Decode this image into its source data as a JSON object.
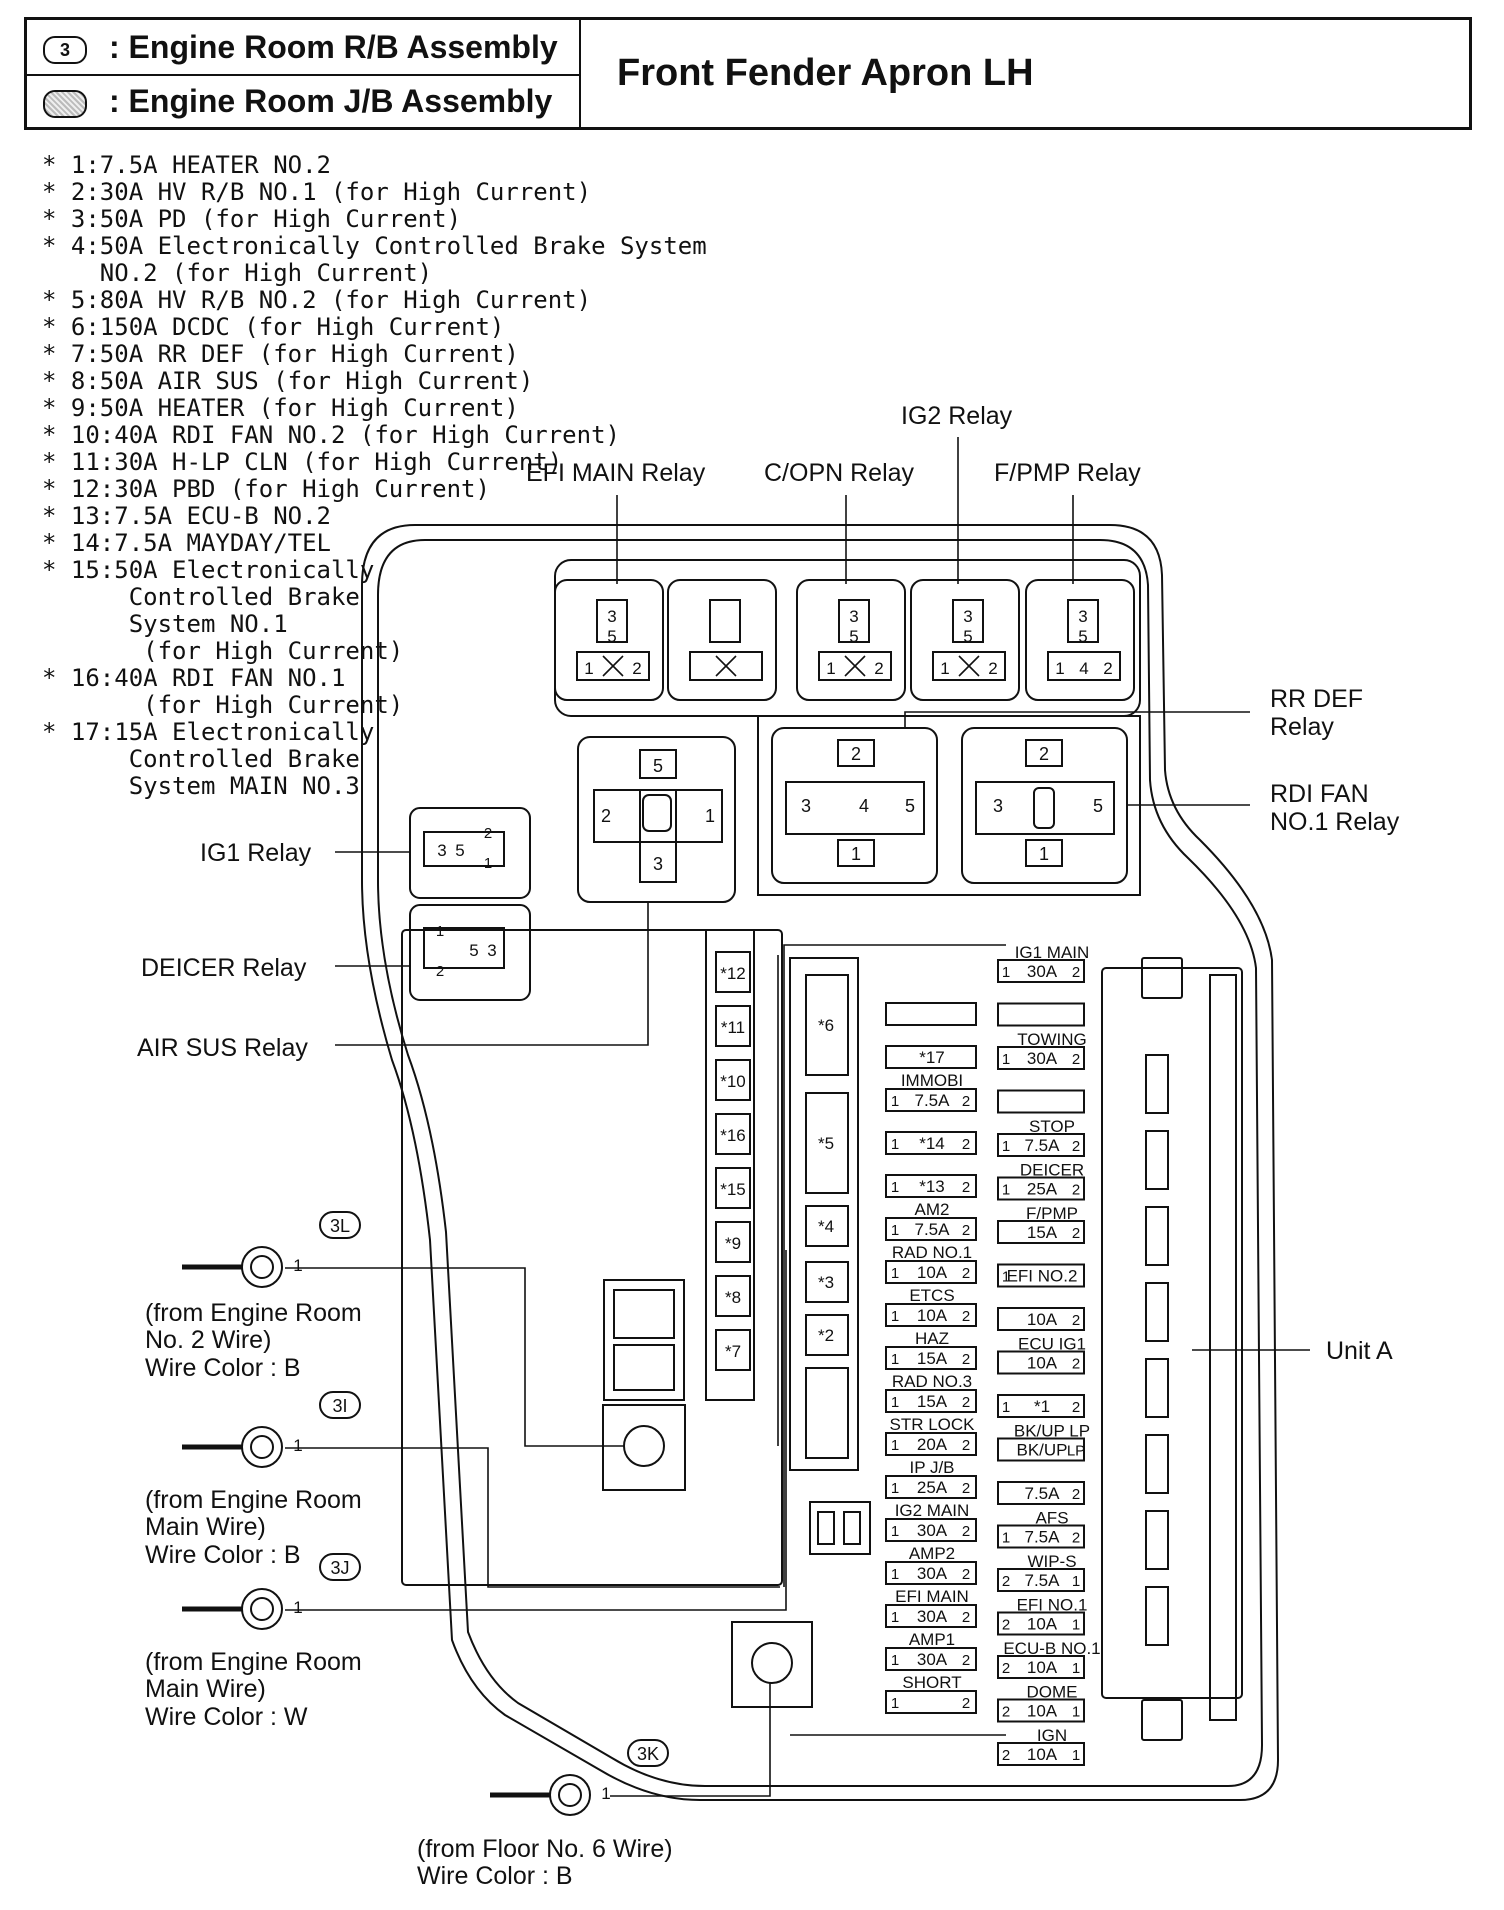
{
  "header": {
    "legend": [
      {
        "badge": "3",
        "text": ": Engine Room R/B Assembly"
      },
      {
        "badge": "",
        "text": ": Engine Room J/B Assembly"
      }
    ],
    "title": "Front Fender Apron LH"
  },
  "notes": [
    "* 1:7.5A HEATER NO.2",
    "* 2:30A HV R/B NO.1 (for High Current)",
    "* 3:50A PD (for High Current)",
    "* 4:50A Electronically Controlled Brake System",
    "    NO.2 (for High Current)",
    "* 5:80A HV R/B NO.2 (for High Current)",
    "* 6:150A DCDC (for High Current)",
    "* 7:50A RR DEF (for High Current)",
    "* 8:50A AIR SUS (for High Current)",
    "* 9:50A HEATER (for High Current)",
    "* 10:40A RDI FAN NO.2 (for High Current)",
    "* 11:30A H-LP CLN (for High Current)",
    "* 12:30A PBD (for High Current)",
    "* 13:7.5A ECU-B NO.2",
    "* 14:7.5A MAYDAY/TEL",
    "* 15:50A Electronically",
    "      Controlled Brake",
    "      System NO.1",
    "       (for High Current)",
    "* 16:40A RDI FAN NO.1",
    "       (for High Current)",
    "* 17:15A Electronically",
    "      Controlled Brake",
    "      System MAIN NO.3"
  ],
  "relays": {
    "ig2": "IG2 Relay",
    "efi_main": "EFI MAIN Relay",
    "c_opn": "C/OPN Relay",
    "f_pmp": "F/PMP Relay",
    "rr_def": "RR DEF\nRelay",
    "rdi_fan": "RDI FAN\nNO.1 Relay",
    "ig1": "IG1 Relay",
    "deicer": "DEICER Relay",
    "air_sus": "AIR SUS Relay",
    "unit_a": "Unit A"
  },
  "terminals": [
    {
      "code": "3L",
      "pin": "1",
      "source": "(from Engine Room\nNo. 2 Wire)",
      "color": "Wire Color : B"
    },
    {
      "code": "3I",
      "pin": "1",
      "source": "(from Engine Room\nMain Wire)",
      "color": "Wire Color : B"
    },
    {
      "code": "3J",
      "pin": "1",
      "source": "(from Engine Room\nMain Wire)",
      "color": "Wire Color : W"
    },
    {
      "code": "3K",
      "pin": "1",
      "source": "(from Floor No. 6 Wire)",
      "color": "Wire Color : B"
    }
  ],
  "relay_pins": {
    "small_top": "3",
    "small_mid": "5",
    "small_left": "1",
    "small_right": "2",
    "fpmp_mid": "4",
    "air_sus": [
      "5",
      "2",
      "1",
      "3"
    ],
    "rr_def": [
      "2",
      "3",
      "4",
      "5",
      "1"
    ],
    "rdi": [
      "2",
      "3",
      "5",
      "1"
    ],
    "ig1": [
      "3",
      "5",
      "2",
      "1"
    ],
    "deicer": [
      "1",
      "2",
      "5",
      "3"
    ]
  },
  "hc_fuses": [
    "*12",
    "*11",
    "*10",
    "*16",
    "*15",
    "*9",
    "*8",
    "*7",
    "*6",
    "*5",
    "*4",
    "*3",
    "*2"
  ],
  "mid_fuses": [
    {
      "name": "",
      "left": "",
      "amp": "",
      "right": ""
    },
    {
      "name": "",
      "left": "",
      "amp": "*17",
      "right": ""
    },
    {
      "name": "IMMOBI",
      "left": "1",
      "amp": "7.5A",
      "right": "2"
    },
    {
      "name": "",
      "left": "1",
      "amp": "*14",
      "right": "2"
    },
    {
      "name": "",
      "left": "1",
      "amp": "*13",
      "right": "2"
    },
    {
      "name": "AM2",
      "left": "1",
      "amp": "7.5A",
      "right": "2"
    },
    {
      "name": "RAD NO.1",
      "left": "1",
      "amp": "10A",
      "right": "2"
    },
    {
      "name": "ETCS",
      "left": "1",
      "amp": "10A",
      "right": "2"
    },
    {
      "name": "HAZ",
      "left": "1",
      "amp": "15A",
      "right": "2"
    },
    {
      "name": "RAD NO.3",
      "left": "1",
      "amp": "15A",
      "right": "2"
    },
    {
      "name": "STR LOCK",
      "left": "1",
      "amp": "20A",
      "right": "2"
    },
    {
      "name": "IP J/B",
      "left": "1",
      "amp": "25A",
      "right": "2"
    },
    {
      "name": "IG2 MAIN",
      "left": "1",
      "amp": "30A",
      "right": "2"
    },
    {
      "name": "AMP2",
      "left": "1",
      "amp": "30A",
      "right": "2"
    },
    {
      "name": "EFI MAIN",
      "left": "1",
      "amp": "30A",
      "right": "2"
    },
    {
      "name": "AMP1",
      "left": "1",
      "amp": "30A",
      "right": "2"
    },
    {
      "name": "SHORT",
      "left": "1",
      "amp": "",
      "right": "2"
    }
  ],
  "right_fuses": [
    {
      "name": "IG1 MAIN",
      "left": "1",
      "amp": "30A",
      "right": "2"
    },
    {
      "name": "",
      "left": "",
      "amp": "",
      "right": ""
    },
    {
      "name": "TOWING",
      "left": "1",
      "amp": "30A",
      "right": "2"
    },
    {
      "name": "",
      "left": "",
      "amp": "",
      "right": ""
    },
    {
      "name": "STOP",
      "left": "1",
      "amp": "7.5A",
      "right": "2"
    },
    {
      "name": "DEICER",
      "left": "1",
      "amp": "25A",
      "right": "2"
    },
    {
      "name": "F/PMP",
      "left": "",
      "amp": "15A",
      "right": "2"
    },
    {
      "name": "EFI NO.2",
      "left": "1",
      "amp": "EFI NO.2",
      "right": ""
    },
    {
      "name": "",
      "left": "",
      "amp": "10A",
      "right": "2"
    },
    {
      "name": "ECU IG1",
      "left": "",
      "amp": "10A",
      "right": "2"
    },
    {
      "name": "",
      "left": "1",
      "amp": "*1",
      "right": "2"
    },
    {
      "name": "BK/UP LP",
      "left": "",
      "amp": "BK/UP",
      "right": "LP"
    },
    {
      "name": "",
      "left": "",
      "amp": "7.5A",
      "right": "2"
    },
    {
      "name": "AFS",
      "left": "1",
      "amp": "7.5A",
      "right": "2"
    },
    {
      "name": "WIP-S",
      "left": "2",
      "amp": "7.5A",
      "right": "1"
    },
    {
      "name": "EFI NO.1",
      "left": "2",
      "amp": "10A",
      "right": "1"
    },
    {
      "name": "ECU-B NO.1",
      "left": "2",
      "amp": "10A",
      "right": "1"
    },
    {
      "name": "DOME",
      "left": "2",
      "amp": "10A",
      "right": "1"
    },
    {
      "name": "IGN",
      "left": "2",
      "amp": "10A",
      "right": "1"
    }
  ]
}
